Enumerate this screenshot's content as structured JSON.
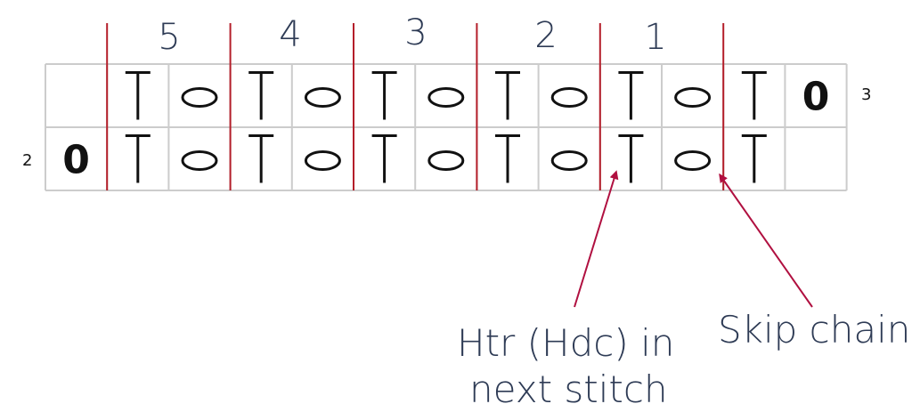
{
  "chart": {
    "repeat_numbers": [
      "5",
      "4",
      "3",
      "2",
      "1"
    ],
    "row_numbers": {
      "top_right": "3",
      "bottom_left": "2"
    },
    "rows": [
      [
        "",
        "T",
        "O",
        "T",
        "O",
        "T",
        "O",
        "T",
        "O",
        "T",
        "O",
        "T",
        "0"
      ],
      [
        "0",
        "T",
        "O",
        "T",
        "O",
        "T",
        "O",
        "T",
        "O",
        "T",
        "O",
        "T",
        ""
      ]
    ]
  },
  "annotations": {
    "htr_label_line1": "Htr (Hdc) in",
    "htr_label_line2": "next stitch",
    "skip_label": "Skip chain"
  },
  "colors": {
    "grid": "#cccccc",
    "divider": "#b41e2a",
    "arrow": "#b01040",
    "text": "#2e3b55",
    "symbol": "#111111"
  }
}
